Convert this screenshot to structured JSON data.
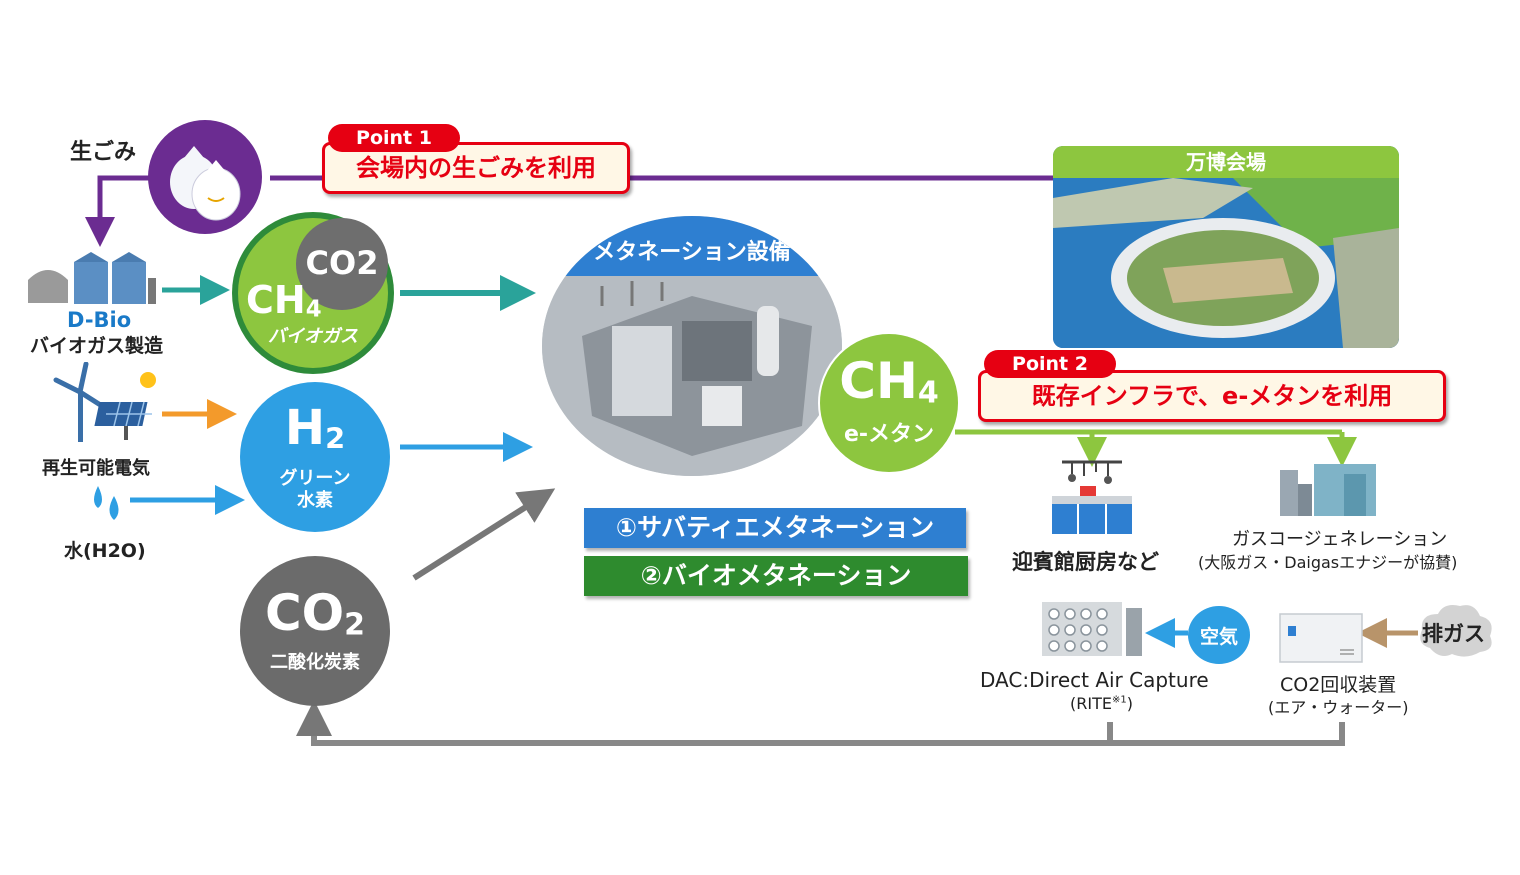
{
  "colors": {
    "purple": "#6b2c91",
    "green": "#8dc63f",
    "blue": "#2e9fe3",
    "gray": "#666666",
    "teal": "#2aa39a",
    "orange": "#f39a2b",
    "red": "#e60012",
    "bar_blue": "#2e7fd1",
    "bar_green": "#2e8b2e"
  },
  "inputs": {
    "food_waste_label": "生ごみ",
    "dbio_label": "D-Bio",
    "biogas_production_label": "バイオガス製造",
    "renewable_label": "再生可能電気",
    "water_label": "水(H2O)"
  },
  "biogas": {
    "formula_main": "CH",
    "formula_sub": "4",
    "co2_main": "CO",
    "co2_sub": "2",
    "label": "バイオガス"
  },
  "hydrogen": {
    "formula_main": "H",
    "formula_sub": "2",
    "label_line1": "グリーン",
    "label_line2": "水素"
  },
  "carbon_dioxide": {
    "formula_main": "CO",
    "formula_sub": "2",
    "label": "二酸化炭素"
  },
  "point1": {
    "tag": "Point 1",
    "text": "会場内の生ごみを利用"
  },
  "point2": {
    "tag": "Point 2",
    "text": "既存インフラで、e-メタンを利用"
  },
  "expo": {
    "title": "万博会場"
  },
  "methanation": {
    "title": "メタネーション設備",
    "method1": "①サバティエメタネーション",
    "method2": "②バイオメタネーション"
  },
  "emethane": {
    "formula_main": "CH",
    "formula_sub": "4",
    "label": "e-メタン"
  },
  "outputs": {
    "kitchen_label": "迎賓館厨房など",
    "cogen_label": "ガスコージェネレーション",
    "cogen_sub": "(大阪ガス・Daigasエナジーが協賛)"
  },
  "capture": {
    "air_label": "空気",
    "exhaust_label": "排ガス",
    "dac_label": "DAC:Direct Air Capture",
    "dac_sub": "(RITE",
    "dac_note": "※1",
    "dac_sub_end": ")",
    "co2_device_label": "CO2回収装置",
    "co2_device_sub": "(エア・ウォーター)"
  }
}
